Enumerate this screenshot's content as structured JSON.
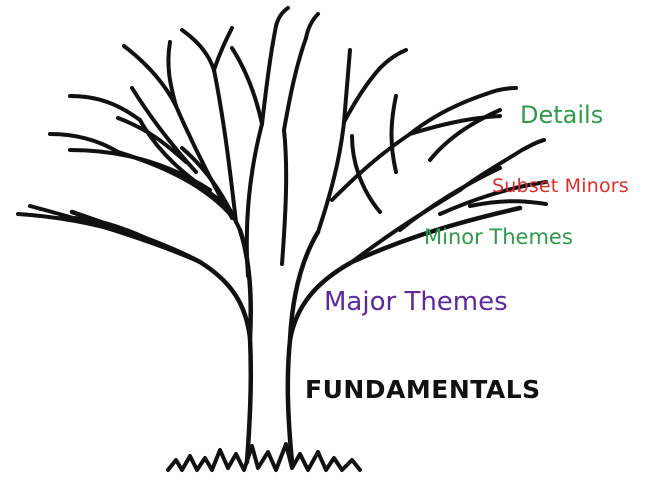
{
  "labels": {
    "details": "Details",
    "subset_minors": "Subset Minors",
    "minor_themes": "Minor Themes",
    "major_themes": "Major Themes",
    "fundamentals": "FUNDAMENTALS"
  },
  "colors": {
    "details": "#2e9a4a",
    "subset_minors": "#e02b2b",
    "minor_themes": "#2e9a4a",
    "major_themes": "#5b2a9e",
    "fundamentals": "#111111",
    "tree": "#111111"
  }
}
